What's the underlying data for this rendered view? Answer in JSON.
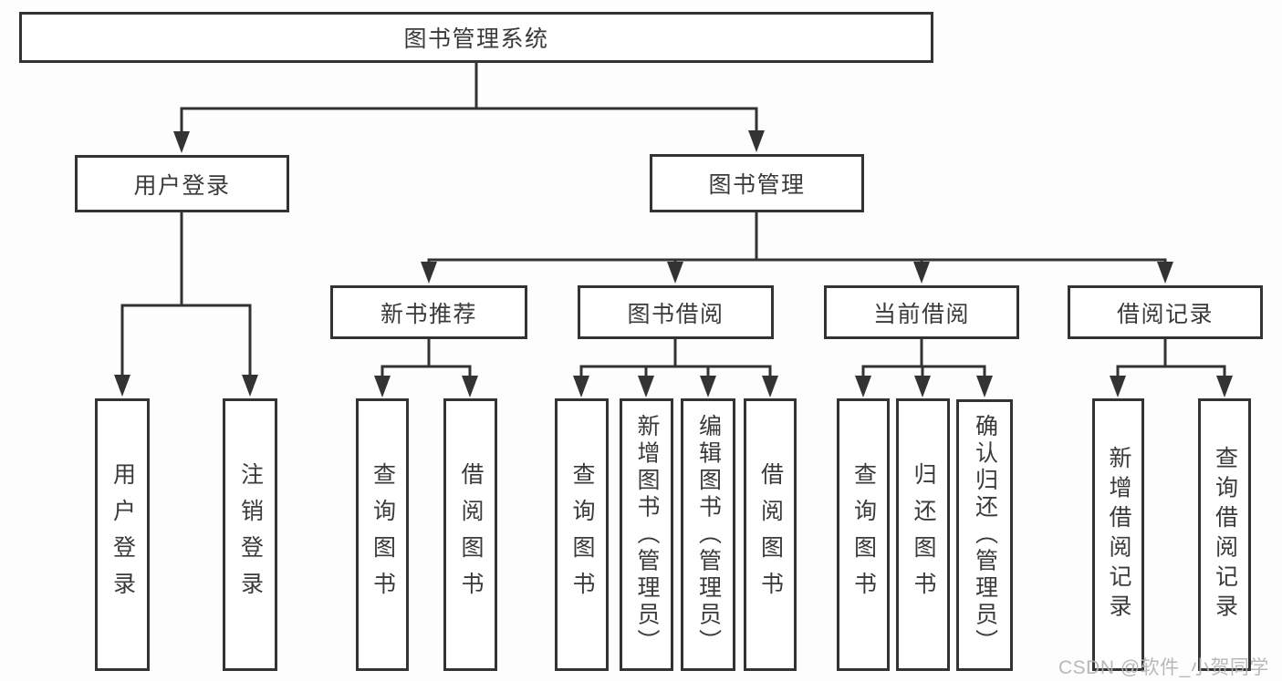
{
  "diagram_title": "图书管理系统",
  "tree": {
    "label": "图书管理系统",
    "children": [
      {
        "label": "用户登录",
        "children": [
          {
            "label": "用户登录"
          },
          {
            "label": "注销登录"
          }
        ]
      },
      {
        "label": "图书管理",
        "children": [
          {
            "label": "新书推荐",
            "children": [
              {
                "label": "查询图书"
              },
              {
                "label": "借阅图书"
              }
            ]
          },
          {
            "label": "图书借阅",
            "children": [
              {
                "label": "查询图书"
              },
              {
                "label": "新增图书（管理员）"
              },
              {
                "label": "编辑图书（管理员）"
              },
              {
                "label": "借阅图书"
              }
            ]
          },
          {
            "label": "当前借阅",
            "children": [
              {
                "label": "查询图书"
              },
              {
                "label": "归还图书"
              },
              {
                "label": "确认归还（管理员）"
              }
            ]
          },
          {
            "label": "借阅记录",
            "children": [
              {
                "label": "新增借阅记录"
              },
              {
                "label": "查询借阅记录"
              }
            ]
          }
        ]
      }
    ]
  },
  "watermark": {
    "text": "CSDN @软件_小贺同学"
  },
  "colors": {
    "line": "#333333",
    "box_border": "#333333",
    "box_fill": "#ffffff",
    "text": "#3a3a3a",
    "background": "#fdfdfd",
    "watermark": "#b2b2b2"
  }
}
